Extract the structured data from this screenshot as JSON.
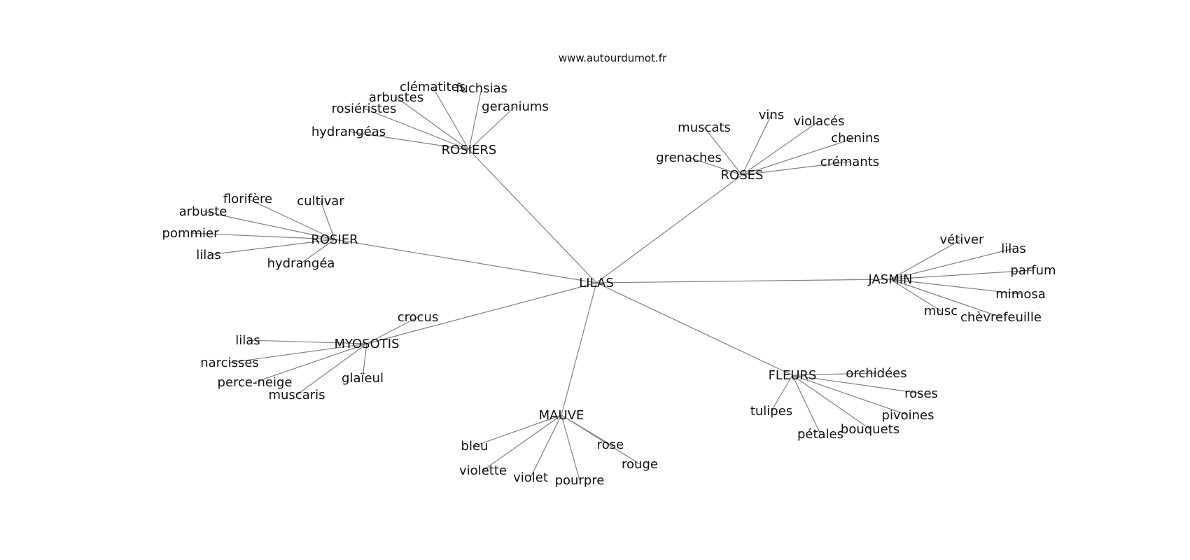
{
  "watermark": "www.autourdumot.fr",
  "graph": {
    "root": "LILAS",
    "clusters": [
      {
        "hub": "ROSIERS",
        "leaves": [
          "clématites",
          "fuchsias",
          "arbustes",
          "rosiéristes",
          "geraniums",
          "hydrangéas"
        ]
      },
      {
        "hub": "ROSES",
        "leaves": [
          "vins",
          "muscats",
          "violacés",
          "chenins",
          "grenaches",
          "crémants"
        ]
      },
      {
        "hub": "ROSIER",
        "leaves": [
          "florifère",
          "cultivar",
          "arbuste",
          "pommier",
          "lilas",
          "hydrangéa"
        ]
      },
      {
        "hub": "JASMIN",
        "leaves": [
          "vétiver",
          "lilas",
          "parfum",
          "mimosa",
          "musc",
          "chèvrefeuille"
        ]
      },
      {
        "hub": "MYOSOTIS",
        "leaves": [
          "crocus",
          "lilas",
          "narcisses",
          "perce-neige",
          "glaïeul",
          "muscaris"
        ]
      },
      {
        "hub": "FLEURS",
        "leaves": [
          "orchidées",
          "roses",
          "tulipes",
          "pivoines",
          "bouquets",
          "pétales"
        ]
      },
      {
        "hub": "MAUVE",
        "leaves": [
          "bleu",
          "rose",
          "rouge",
          "violette",
          "violet",
          "pourpre"
        ]
      }
    ]
  }
}
